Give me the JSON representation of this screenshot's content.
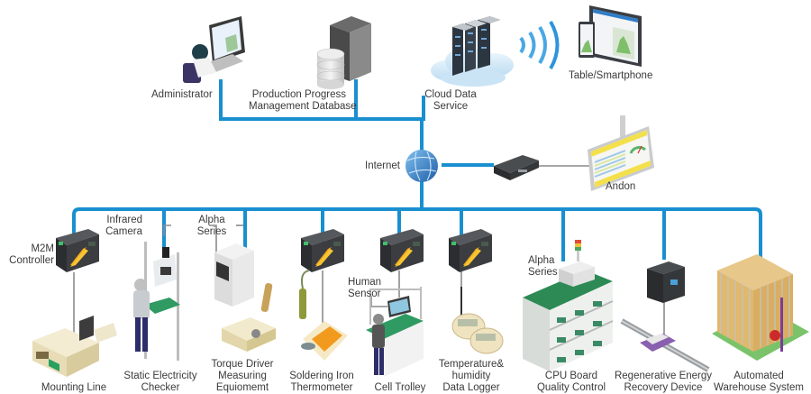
{
  "colors": {
    "network_line": "#1a8fd0",
    "device_line": "#8a8a8a",
    "label_text": "#3a3a3a",
    "controller_body": "#3b3d40",
    "controller_accent": "#f2a81d",
    "globe": "#2f78c4",
    "green_surface": "#2e8b57",
    "cream": "#efe6c8"
  },
  "top_nodes": {
    "administrator": {
      "label": "Administrator",
      "icon": "administrator-workstation-icon"
    },
    "database": {
      "label_line1": "Production Progress",
      "label_line2": "Management Database",
      "icon": "database-server-icon"
    },
    "cloud": {
      "label_line1": "Cloud Data",
      "label_line2": "Service",
      "icon": "cloud-server-icon"
    },
    "mobile": {
      "label": "Table/Smartphone",
      "icon": "tablet-smartphone-icon"
    }
  },
  "hub": {
    "internet": {
      "label": "Internet",
      "icon": "globe-icon"
    },
    "andon": {
      "label": "Andon",
      "icon": "andon-display-icon",
      "gateway_icon": "media-player-box-icon"
    }
  },
  "callouts": {
    "m2m_line1": "M2M",
    "m2m_line2": "Controller",
    "infrared_line1": "Infrared",
    "infrared_line2": "Camera",
    "alpha1_line1": "Alpha",
    "alpha1_line2": "Series",
    "human_line1": "Human",
    "human_line2": "Sensor",
    "alpha2_line1": "Alpha",
    "alpha2_line2": "Series"
  },
  "stations": [
    {
      "id": "mounting-line",
      "lines": [
        "Mounting Line"
      ]
    },
    {
      "id": "static-electricity-checker",
      "lines": [
        "Static Electricity",
        "Checker"
      ]
    },
    {
      "id": "torque-driver",
      "lines": [
        "Torque Driver",
        "Measuring",
        "Equiomemt"
      ]
    },
    {
      "id": "soldering-iron",
      "lines": [
        "Soldering Iron",
        "Thermometer"
      ]
    },
    {
      "id": "cell-trolley",
      "lines": [
        "Cell Trolley"
      ]
    },
    {
      "id": "data-logger",
      "lines": [
        "Temperature&",
        "humidity",
        "Data Logger"
      ]
    },
    {
      "id": "cpu-board",
      "lines": [
        "CPU Board",
        "Quality Control"
      ]
    },
    {
      "id": "regenerative-energy",
      "lines": [
        "Regenerative Energy",
        "Recovery Device"
      ]
    },
    {
      "id": "warehouse",
      "lines": [
        "Automated",
        "Warehouse System"
      ]
    }
  ]
}
